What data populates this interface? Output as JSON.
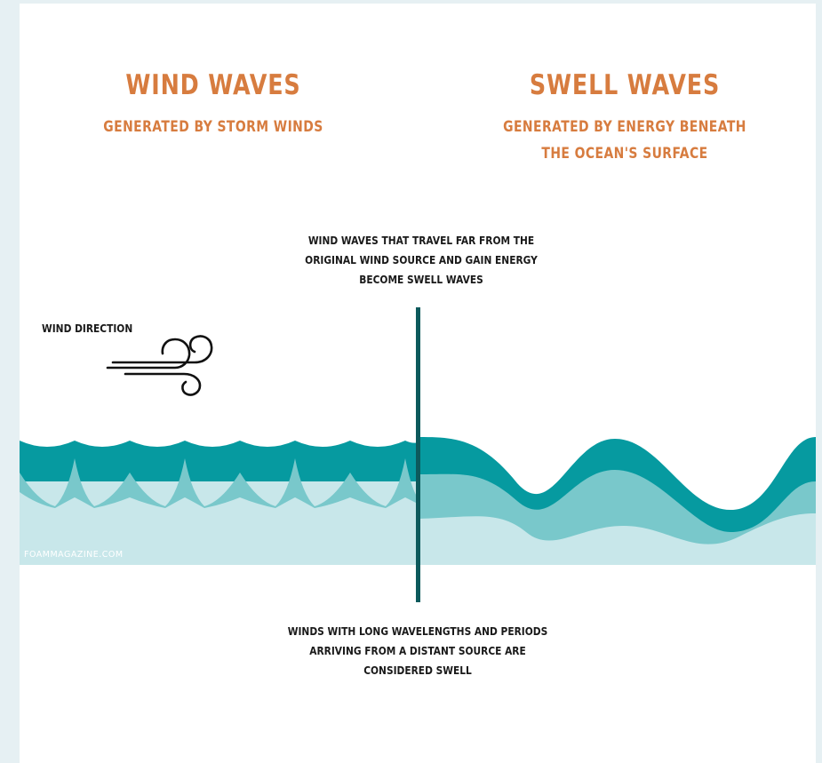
{
  "left": {
    "title": "WIND WAVES",
    "subtitle": [
      "GENERATED BY STORM WINDS"
    ]
  },
  "right": {
    "title": "SWELL WAVES",
    "subtitle": [
      "GENERATED BY ENERGY BENEATH",
      "THE OCEAN'S SURFACE"
    ]
  },
  "top_note": [
    "WIND WAVES THAT TRAVEL FAR FROM THE",
    "ORIGINAL WIND SOURCE AND GAIN ENERGY",
    "BECOME SWELL WAVES"
  ],
  "bottom_note": [
    "WINDS WITH LONG WAVELENGTHS AND PERIODS",
    "ARRIVING FROM A DISTANT SOURCE ARE",
    "CONSIDERED SWELL"
  ],
  "wind_label": "WIND DIRECTION",
  "credit": "FOAMMAGAZINE.COM",
  "icons": {
    "wind": "wind-icon"
  },
  "colors": {
    "title": "#d77c3f",
    "wave_dark": "#069aa0",
    "wave_mid": "#79c8cb",
    "wave_light": "#c8e7ea",
    "divider": "#0d5a5c",
    "background": "#e6f0f3"
  }
}
